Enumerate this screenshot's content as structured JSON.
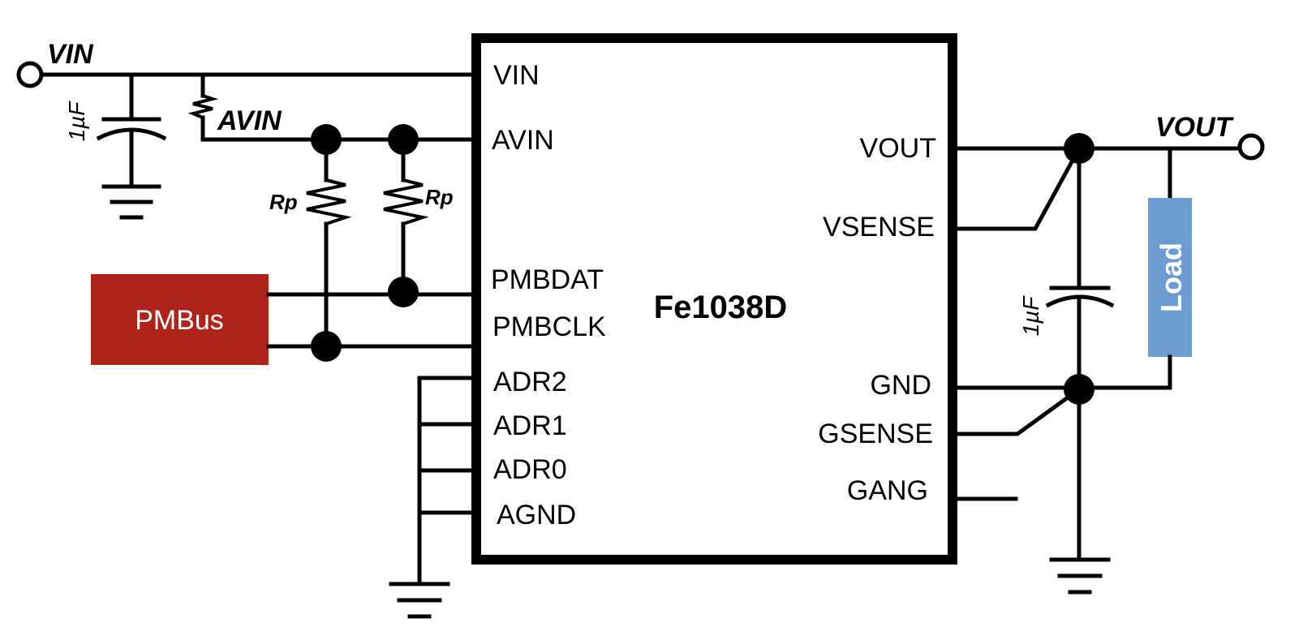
{
  "chip": {
    "name": "Fe1038D",
    "left_pins": [
      "VIN",
      "AVIN",
      "PMBDAT",
      "PMBCLK",
      "ADR2",
      "ADR1",
      "ADR0",
      "AGND"
    ],
    "right_pins": [
      "VOUT",
      "VSENSE",
      "GND",
      "GSENSE",
      "GANG"
    ]
  },
  "nets": {
    "vin": "VIN",
    "avin": "AVIN",
    "vout": "VOUT"
  },
  "resistors": {
    "pullup_label": "Rp"
  },
  "capacitors": {
    "input_value": "1µF",
    "output_value": "1µF"
  },
  "blocks": {
    "pmbus": {
      "label": "PMBus",
      "color": "#b0231a"
    },
    "load": {
      "label": "Load",
      "color": "#6b9bd1"
    }
  }
}
